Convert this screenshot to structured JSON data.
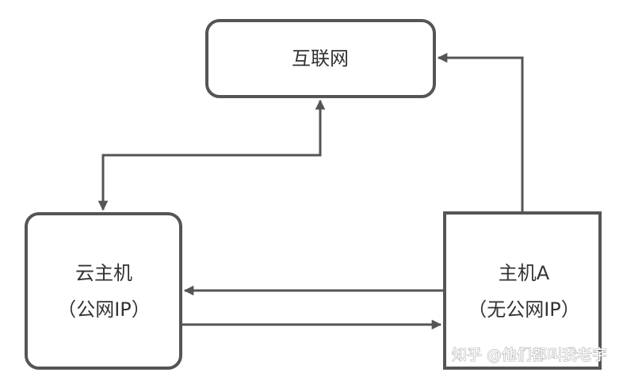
{
  "colors": {
    "stroke": "#555555",
    "text": "#333333",
    "background": "#ffffff"
  },
  "nodes": {
    "internet": {
      "label": "互联网"
    },
    "cloud_host": {
      "label_line1": "云主机",
      "label_line2": "（公网IP）"
    },
    "host_a": {
      "label_line1": "主机A",
      "label_line2": "（无公网IP）"
    }
  },
  "edges": [
    {
      "from": "internet",
      "to": "cloud_host",
      "direction": "bidirectional"
    },
    {
      "from": "host_a",
      "to": "internet",
      "direction": "one-way"
    },
    {
      "from": "host_a",
      "to": "cloud_host",
      "direction": "one-way"
    },
    {
      "from": "cloud_host",
      "to": "host_a",
      "direction": "one-way"
    }
  ],
  "watermark": {
    "text": "知乎 @他们都叫我老宇"
  }
}
